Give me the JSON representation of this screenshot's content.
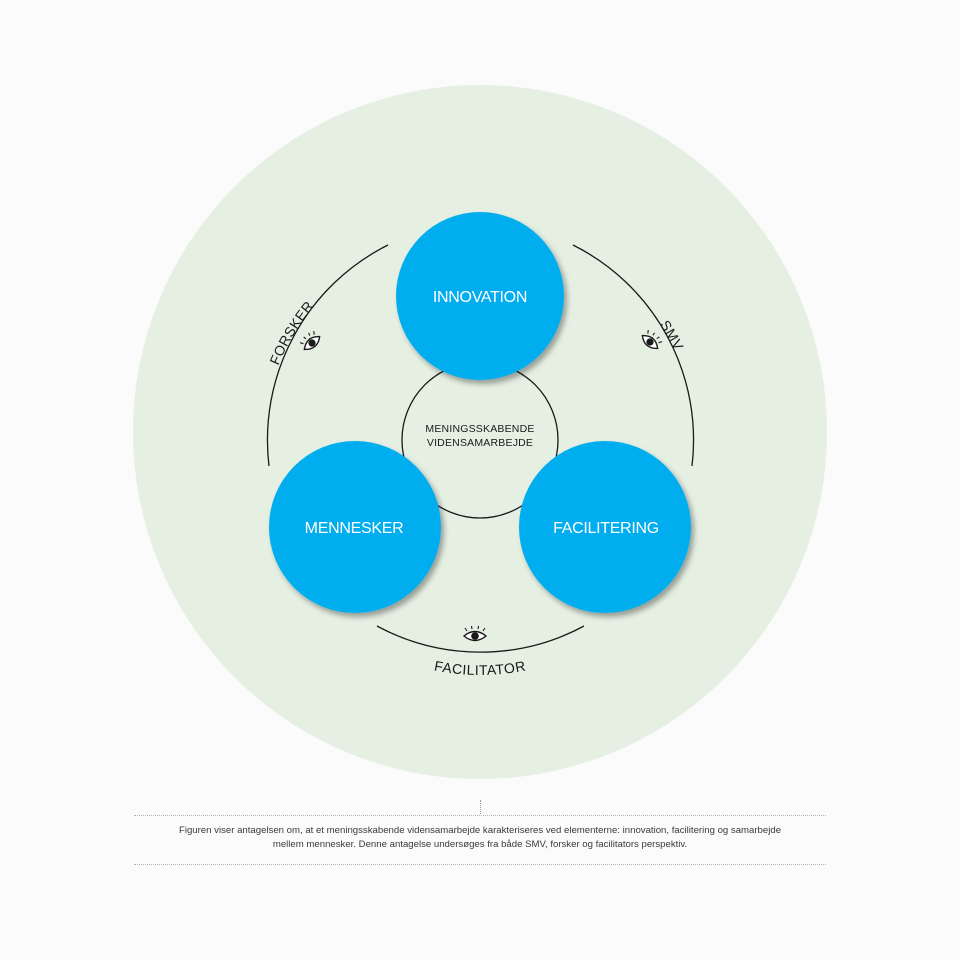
{
  "colors": {
    "background": "#fafbfa",
    "outer_circle": "#e5f0e3",
    "node_fill": "#00adef",
    "line": "#1a1a1a"
  },
  "diagram": {
    "center": {
      "line1": "MENINGSSKABENDE",
      "line2": "VIDENSAMARBEJDE"
    },
    "nodes": {
      "top": "INNOVATION",
      "left": "MENNESKER",
      "right": "FACILITERING"
    },
    "perspectives": {
      "left": {
        "label": "FORSKER",
        "icon": "eye-icon"
      },
      "right": {
        "label": "SMV",
        "icon": "eye-icon"
      },
      "bottom": {
        "label": "FACILITATOR",
        "icon": "eye-icon"
      }
    }
  },
  "caption": {
    "line1": "Figuren viser antagelsen om, at et meningsskabende vidensamarbejde karakteriseres ved elementerne: innovation, facilitering og samarbejde",
    "line2": "mellem mennesker. Denne antagelse undersøges fra både SMV, forsker og facilitators perspektiv."
  }
}
